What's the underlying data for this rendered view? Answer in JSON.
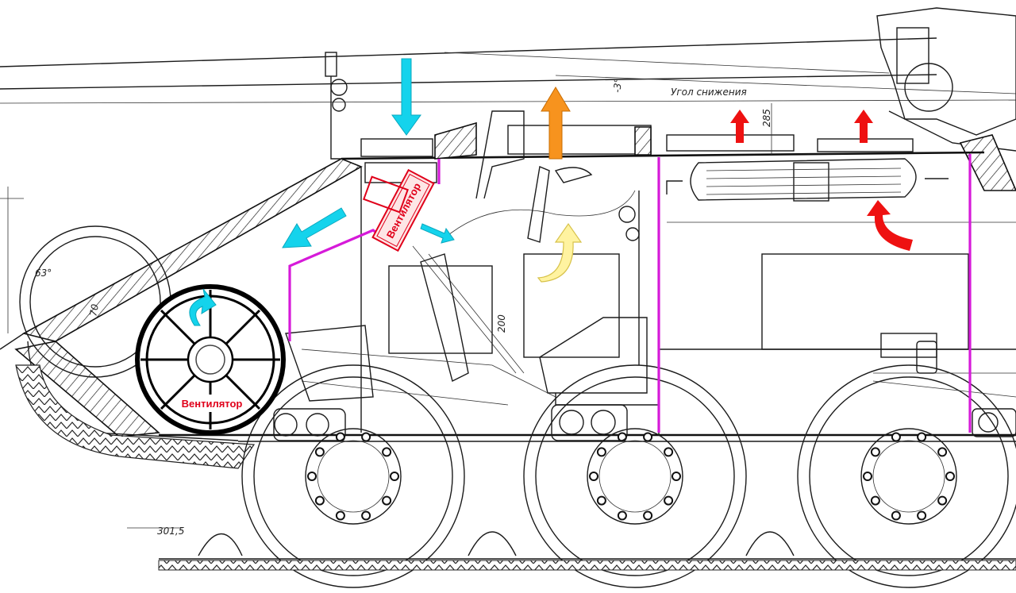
{
  "labels": {
    "fan_main": "Вентилятор",
    "fan_box": "Вентилятор",
    "depression_angle": "Угол снижения",
    "angle_minus_3": "-3°",
    "dim_285": "285",
    "dim_301_5": "301,5",
    "dim_63": "63°",
    "dim_70": "70",
    "dim_200": "200"
  },
  "colors": {
    "cold_air": "#14d3ec",
    "hot_air": "#f7931e",
    "warm_air": "#fff3a0",
    "exhaust": "#ee1111",
    "bulkhead": "#d61ad9",
    "label_red": "#e0001a"
  },
  "icons": {
    "fan": "fan-wheel-icon",
    "air_in": "arrow-down-icon",
    "air_out": "arrow-up-icon",
    "swirl": "curved-arrow-icon"
  }
}
